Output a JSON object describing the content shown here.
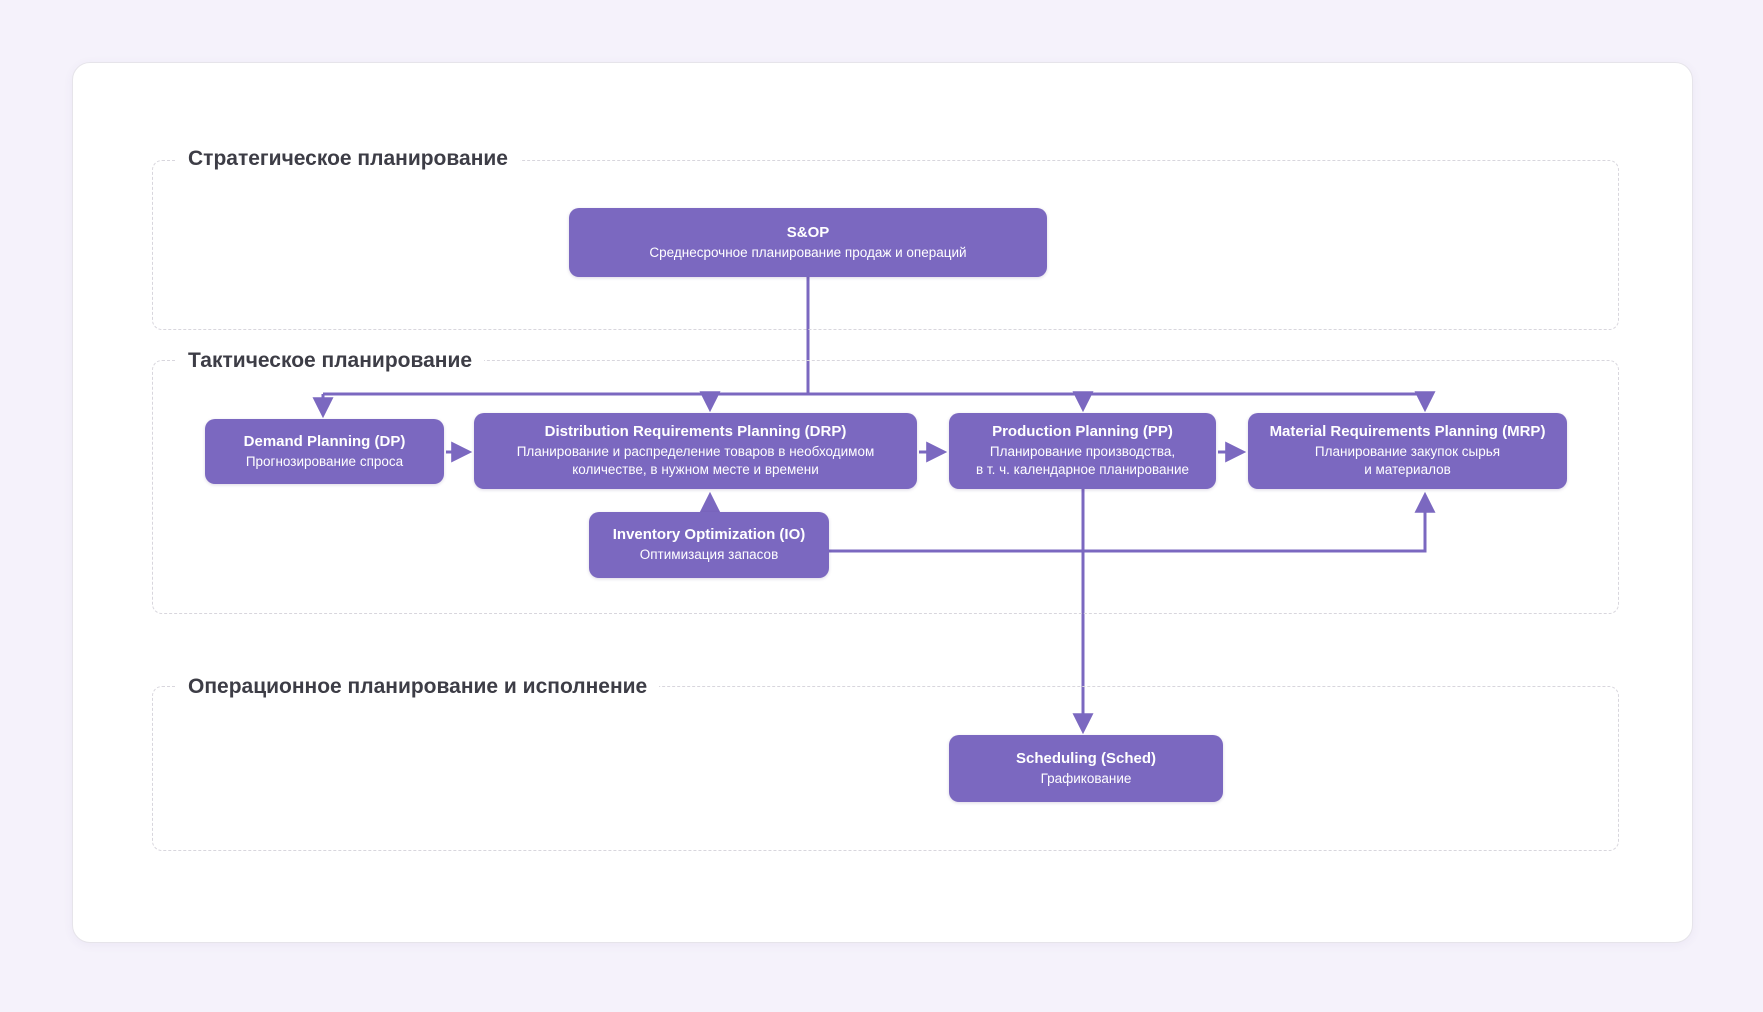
{
  "diagram": {
    "title_visible": false,
    "accent_color": "#7b68c0",
    "card_background": "#ffffff",
    "page_background": "#f5f2fb",
    "section_border_color": "#d8d6dd",
    "sections": [
      {
        "id": "strategic",
        "label": "Стратегическое планирование"
      },
      {
        "id": "tactical",
        "label": "Тактическое планирование"
      },
      {
        "id": "operational",
        "label": "Операционное планирование и исполнение"
      }
    ],
    "nodes": [
      {
        "id": "sop",
        "section": "strategic",
        "title": "S&OP",
        "subtitle": "Среднесрочное планирование продаж и операций"
      },
      {
        "id": "dp",
        "section": "tactical",
        "title": "Demand Planning (DP)",
        "subtitle": "Прогнозирование спроса"
      },
      {
        "id": "drp",
        "section": "tactical",
        "title": "Distribution Requirements Planning (DRP)",
        "subtitle_line1": "Планирование и распределение товаров в необходимом",
        "subtitle_line2": "количестве, в нужном месте и времени"
      },
      {
        "id": "pp",
        "section": "tactical",
        "title": "Production Planning (PP)",
        "subtitle_line1": "Планирование производства,",
        "subtitle_line2": "в т. ч. календарное планирование"
      },
      {
        "id": "mrp",
        "section": "tactical",
        "title": "Material Requirements Planning (MRP)",
        "subtitle_line1": "Планирование закупок сырья",
        "subtitle_line2": "и материалов"
      },
      {
        "id": "io",
        "section": "tactical",
        "title": "Inventory Optimization (IO)",
        "subtitle": "Оптимизация запасов"
      },
      {
        "id": "sched",
        "section": "operational",
        "title": "Scheduling (Sched)",
        "subtitle": "Графикование"
      }
    ],
    "edges": [
      {
        "from": "sop",
        "to": "dp",
        "style": "orthogonal-bus"
      },
      {
        "from": "sop",
        "to": "drp",
        "style": "orthogonal-bus"
      },
      {
        "from": "sop",
        "to": "pp",
        "style": "orthogonal-bus"
      },
      {
        "from": "sop",
        "to": "mrp",
        "style": "orthogonal-bus"
      },
      {
        "from": "dp",
        "to": "drp",
        "style": "straight-right"
      },
      {
        "from": "drp",
        "to": "pp",
        "style": "straight-right"
      },
      {
        "from": "pp",
        "to": "mrp",
        "style": "straight-right"
      },
      {
        "from": "io",
        "to": "drp",
        "style": "straight-up"
      },
      {
        "from": "io",
        "to": "mrp",
        "style": "orthogonal-right-up"
      },
      {
        "from": "pp",
        "to": "sched",
        "style": "straight-down"
      }
    ]
  }
}
